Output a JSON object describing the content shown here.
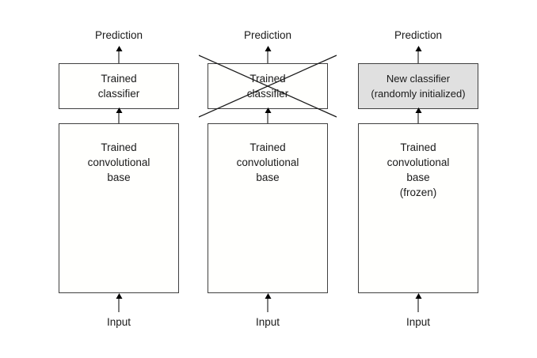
{
  "diagram": {
    "title": "Transfer learning: swapping the classifier on a pretrained convolutional base",
    "background_color": "#ffffff",
    "stroke_color": "#404040",
    "text_color": "#1a1a1a",
    "shaded_fill": "#e0e0e0",
    "plain_fill": "#fffffd",
    "columns": [
      {
        "id": "column-1-pretrained-network",
        "prediction_label": "Prediction",
        "classifier": {
          "lines": [
            "Trained",
            "classifier"
          ],
          "shaded": false,
          "struck_out": false
        },
        "base": {
          "lines": [
            "Trained",
            "convolutional",
            "base"
          ]
        },
        "input_label": "Input"
      },
      {
        "id": "column-2-classifier-discarded",
        "prediction_label": "Prediction",
        "classifier": {
          "lines": [
            "Trained",
            "classifier"
          ],
          "shaded": false,
          "struck_out": true
        },
        "base": {
          "lines": [
            "Trained",
            "convolutional",
            "base"
          ]
        },
        "input_label": "Input"
      },
      {
        "id": "column-3-new-classifier",
        "prediction_label": "Prediction",
        "classifier": {
          "lines": [
            "New classifier",
            "(randomly initialized)"
          ],
          "shaded": true,
          "struck_out": false
        },
        "base": {
          "lines": [
            "Trained",
            "convolutional",
            "base",
            "(frozen)"
          ]
        },
        "input_label": "Input"
      }
    ]
  }
}
